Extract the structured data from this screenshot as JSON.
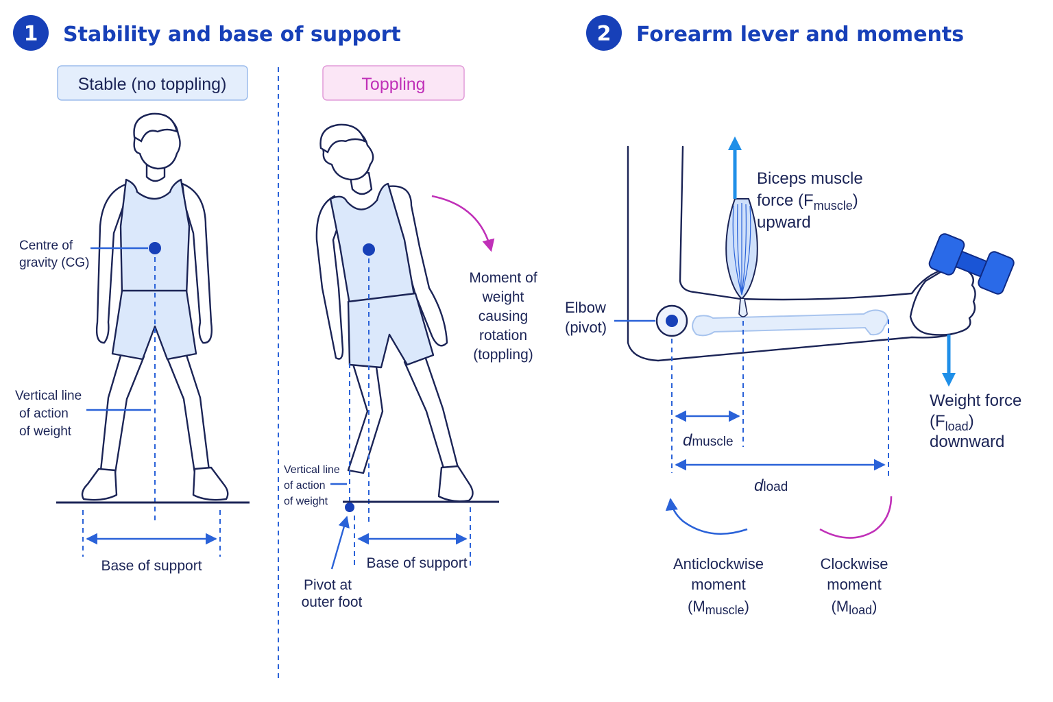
{
  "panel1": {
    "number": "1",
    "title": "Stability and base of support",
    "stable": {
      "tag": "Stable (no toppling)",
      "cg_label": [
        "Centre of",
        "gravity (CG)"
      ],
      "line_label": [
        "Vertical line",
        "of action",
        "of weight"
      ],
      "base_label": "Base of support"
    },
    "toppling": {
      "tag": "Toppling",
      "moment_label": [
        "Moment of",
        "weight",
        "causing",
        "rotation",
        "(toppling)"
      ],
      "line_label": [
        "Vertical line",
        "of action",
        "of weight"
      ],
      "base_label": "Base of support",
      "pivot_label": [
        "Pivot at",
        "outer foot"
      ]
    }
  },
  "panel2": {
    "number": "2",
    "title": "Forearm lever and moments",
    "biceps_label": [
      "Biceps muscle",
      "force (F",
      "muscle",
      ")",
      "upward"
    ],
    "elbow_label": [
      "Elbow",
      "(pivot)"
    ],
    "weight_label": [
      "Weight force",
      "(F",
      "load",
      ")",
      "downward"
    ],
    "d_muscle": [
      "d",
      "muscle"
    ],
    "d_load": [
      "d",
      "load"
    ],
    "anticlockwise": [
      "Anticlockwise",
      "moment",
      "(M",
      "muscle",
      ")"
    ],
    "clockwise": [
      "Clockwise",
      "moment",
      "(M",
      "load",
      ")"
    ]
  },
  "colors": {
    "title_blue": "#1740b8",
    "accent_blue": "#2a62d8",
    "bright_blue": "#1f8fe8",
    "magenta": "#c030b8",
    "navy": "#1b2456",
    "shirt_fill": "#dbe8fb"
  }
}
